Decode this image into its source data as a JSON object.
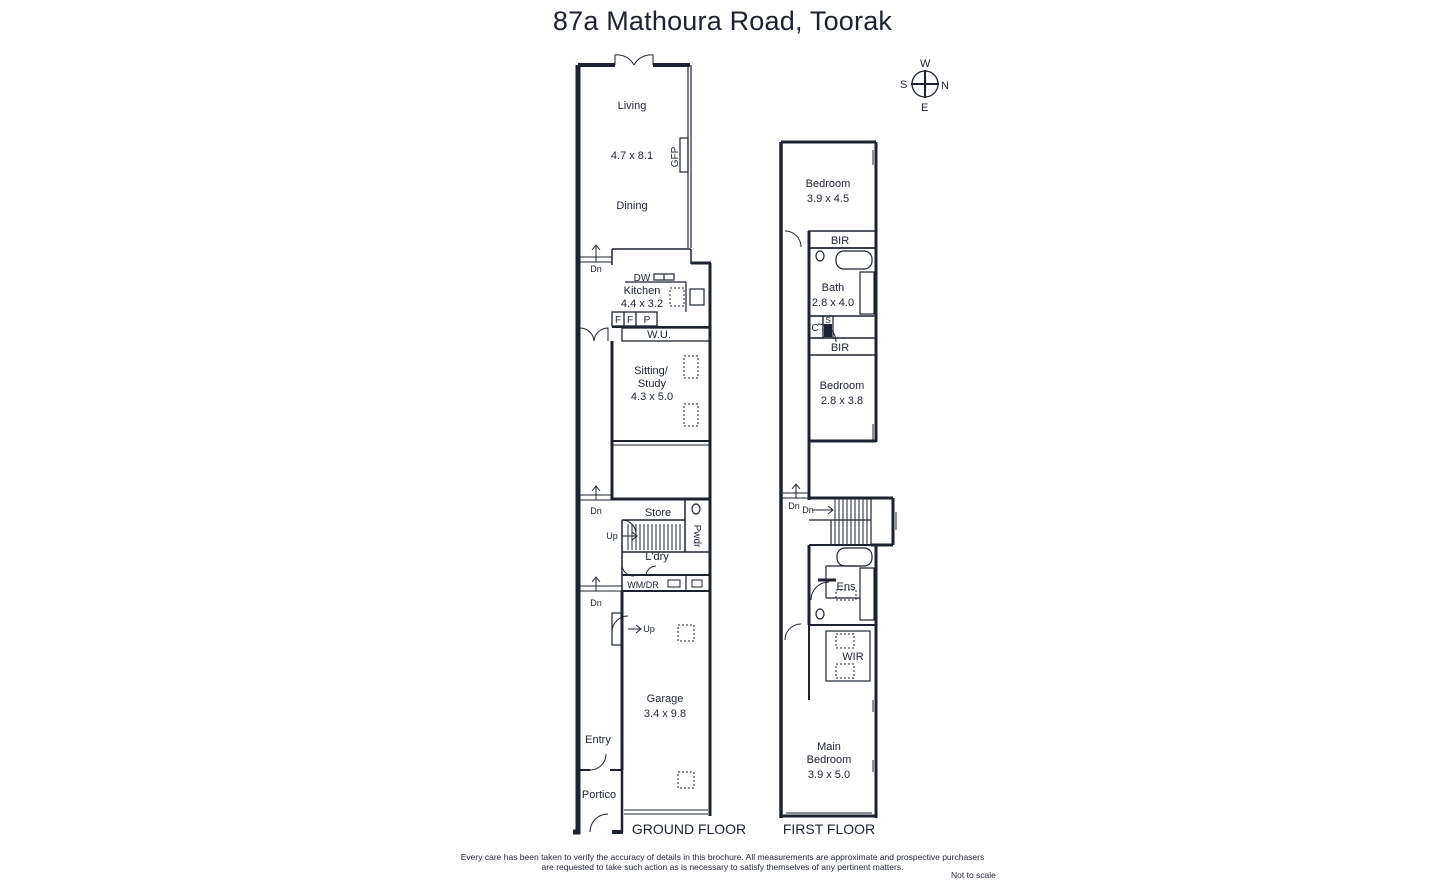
{
  "title": "87a Mathoura Road, Toorak",
  "compass": {
    "north": "N",
    "south": "S",
    "east": "E",
    "west": "W"
  },
  "ground_floor": {
    "label": "GROUND FLOOR",
    "living": "Living",
    "living_dims": "4.7 x 8.1",
    "gfp": "GFP",
    "dining": "Dining",
    "dn_1": "Dn",
    "dw": "DW",
    "kitchen": "Kitchen",
    "kitchen_dims": "4.4 x 3.2",
    "f1": "F",
    "f2": "F",
    "p": "P",
    "wu": "W.U.",
    "sitting": "Sitting/",
    "study": "Study",
    "sitting_dims": "4.3 x 5.0",
    "dn_2": "Dn",
    "store": "Store",
    "up_1": "Up",
    "pwdr": "Pwdr",
    "ldry": "L'dry",
    "wmdr": "WM/DR",
    "dn_3": "Dn",
    "up_2": "Up",
    "garage": "Garage",
    "garage_dims": "3.4 x 9.8",
    "entry": "Entry",
    "portico": "Portico"
  },
  "first_floor": {
    "label": "FIRST FLOOR",
    "bedroom1": "Bedroom",
    "bedroom1_dims": "3.9 x 4.5",
    "bir1": "BIR",
    "bath": "Bath",
    "bath_dims": "2.8 x 4.0",
    "c": "C",
    "s": "S",
    "bir2": "BIR",
    "bedroom2": "Bedroom",
    "bedroom2_dims": "2.8 x 3.8",
    "dn_1": "Dn",
    "dn_2": "Dn",
    "ens": "Ens",
    "wir": "WIR",
    "main1": "Main",
    "main2": "Bedroom",
    "main_dims": "3.9 x 5.0"
  },
  "disclaimer_line1": "Every care has been taken to verify the accuracy of details in this brochure.  All measurements are approximate and prospective purchasers",
  "disclaimer_line2": "are requested to take such action as is necessary to satisfy themselves of any pertinent matters.",
  "scale_note": "Not to scale"
}
